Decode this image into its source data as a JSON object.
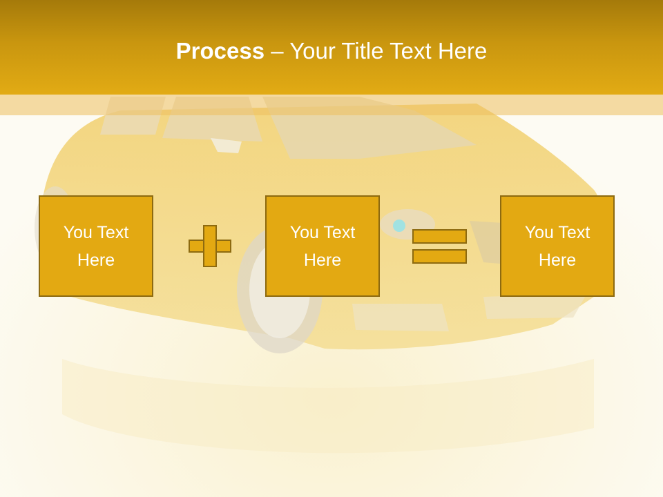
{
  "slide": {
    "title_bold": "Process",
    "title_rest": " – Your Title Text Here",
    "boxes": [
      {
        "text": "You Text\nHere"
      },
      {
        "text": "You Text\nHere"
      },
      {
        "text": "You Text\nHere"
      }
    ],
    "operators": {
      "plus": "plus-sign",
      "equals": "equals-sign"
    }
  },
  "colors": {
    "header_dark": "#a57a0a",
    "header_light": "#e2ab14",
    "box_fill": "#e3a912",
    "box_border": "#8d6a10",
    "background": "#fdfbf3"
  }
}
